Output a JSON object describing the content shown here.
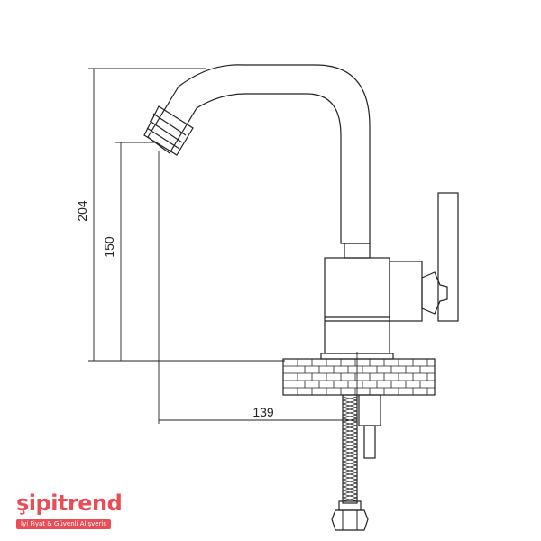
{
  "drawing": {
    "dimensions": {
      "total_height": "204",
      "spout_height": "150",
      "spout_reach": "139"
    },
    "line_color": "#222222"
  },
  "brand": {
    "name": "şipitrend",
    "tagline": "İyi Fiyat & Güvenli Alışveriş",
    "color": "#e94e57"
  }
}
